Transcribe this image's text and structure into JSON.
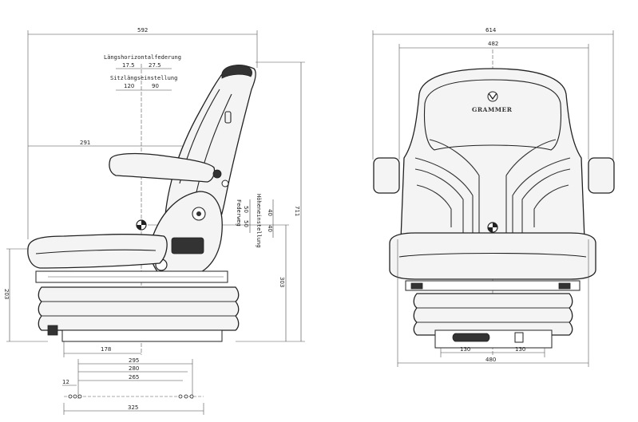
{
  "side_view": {
    "overall_width": "592",
    "label_horizontal_suspension": "Längshorizontalfederung",
    "horizontal_suspension_values": [
      "17.5",
      "27.5"
    ],
    "label_fore_aft": "Sitzlängseinstellung",
    "fore_aft_values": [
      "120",
      "90"
    ],
    "backrest_depth": "291",
    "overall_height": "711",
    "label_suspension_travel": "Federweg",
    "suspension_travel_values": [
      "50",
      "50"
    ],
    "label_height_adjust": "Höheneinstellung",
    "height_adjust_values": [
      "40",
      "40"
    ],
    "sip_height": "303",
    "cushion_height": "203",
    "sip_offset": "178",
    "rail_lengths": [
      "295",
      "280",
      "265"
    ],
    "rail_offset": "12",
    "base_length": "325"
  },
  "front_view": {
    "overall_width": "614",
    "backrest_width": "482",
    "brand": "GRAMMER",
    "rail_spacing": [
      "130",
      "130"
    ],
    "base_width": "480"
  }
}
